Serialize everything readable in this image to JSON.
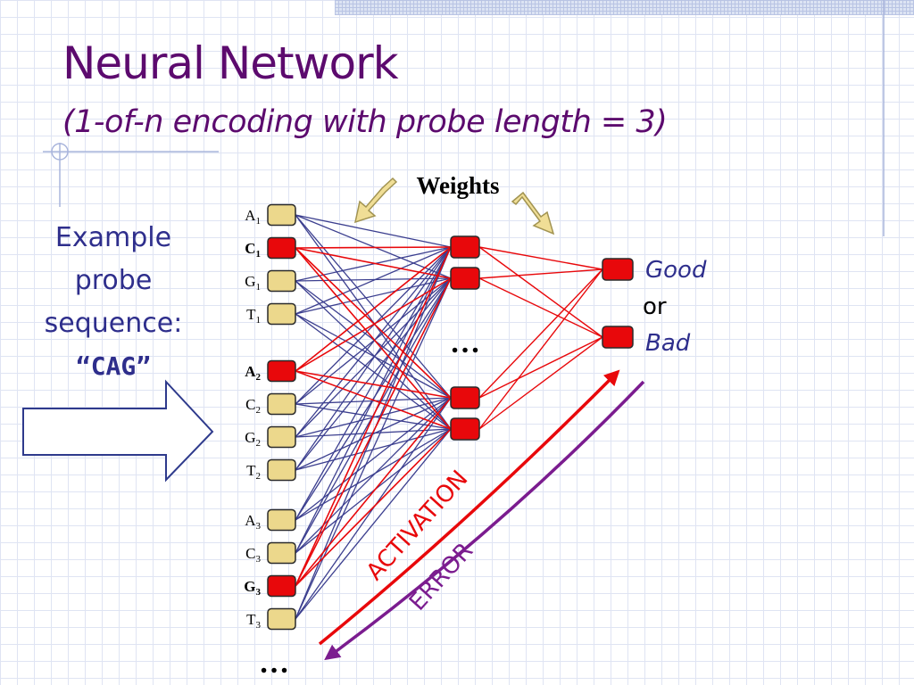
{
  "slide": {
    "title": "Neural Network",
    "subtitle": "(1-of-n encoding with probe length = 3)"
  },
  "example": {
    "line1": "Example",
    "line2": "probe",
    "line3": "sequence:",
    "sequence": "“CAG”"
  },
  "network": {
    "weights_label": "Weights",
    "ellipsis": "…",
    "input_groups": [
      [
        {
          "base": "A",
          "sub": "1",
          "active": false
        },
        {
          "base": "C",
          "sub": "1",
          "active": true
        },
        {
          "base": "G",
          "sub": "1",
          "active": false
        },
        {
          "base": "T",
          "sub": "1",
          "active": false
        }
      ],
      [
        {
          "base": "A",
          "sub": "2",
          "active": true
        },
        {
          "base": "C",
          "sub": "2",
          "active": false
        },
        {
          "base": "G",
          "sub": "2",
          "active": false
        },
        {
          "base": "T",
          "sub": "2",
          "active": false
        }
      ],
      [
        {
          "base": "A",
          "sub": "3",
          "active": false
        },
        {
          "base": "C",
          "sub": "3",
          "active": false
        },
        {
          "base": "G",
          "sub": "3",
          "active": true
        },
        {
          "base": "T",
          "sub": "3",
          "active": false
        }
      ]
    ],
    "output": {
      "good": "Good",
      "or": "or",
      "bad": "Bad"
    },
    "activation_label": "ACTIVATION",
    "error_label": "ERROR"
  },
  "colors": {
    "title": "#5c0a6e",
    "example_text": "#2e2e8c",
    "inactive_node": "#ecd88c",
    "active_node": "#e8080b",
    "inactive_edge": "#3c3f8f",
    "active_edge": "#e8080b",
    "activation": "#e8080b",
    "error": "#7b1c8f",
    "weights_arrow": "#f0de96",
    "weights_arrow_stroke": "#a29452"
  }
}
